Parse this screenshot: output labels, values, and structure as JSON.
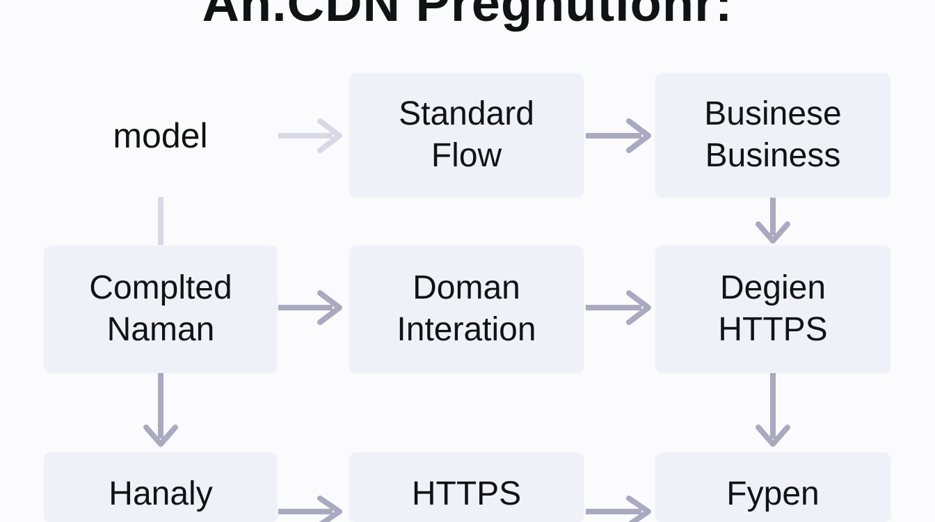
{
  "title": "An.CDN Pregnutionr:",
  "nodes": {
    "model": {
      "lines": [
        "model"
      ]
    },
    "standard_flow": {
      "lines": [
        "Standard",
        "Flow"
      ]
    },
    "business": {
      "lines": [
        "Businese",
        "Business"
      ]
    },
    "completed_naman": {
      "lines": [
        "Complted",
        "Naman"
      ]
    },
    "domain_interation": {
      "lines": [
        "Doman",
        "Interation"
      ]
    },
    "degien_https": {
      "lines": [
        "Degien",
        "HTTPS"
      ]
    },
    "hanaly": {
      "lines": [
        "Hanaly",
        ""
      ]
    },
    "https_bottom": {
      "lines": [
        "HTTPS",
        ""
      ]
    },
    "fypen": {
      "lines": [
        "Fypen",
        ""
      ]
    }
  },
  "colors": {
    "background": "#fbfbfd",
    "box_fill": "#eef1f7",
    "arrow": "#a9a9bf",
    "arrow_faint": "#d8d8e6",
    "text": "#111216"
  },
  "icons": {
    "arrow_right": "arrow-right-icon",
    "arrow_down": "arrow-down-icon"
  }
}
